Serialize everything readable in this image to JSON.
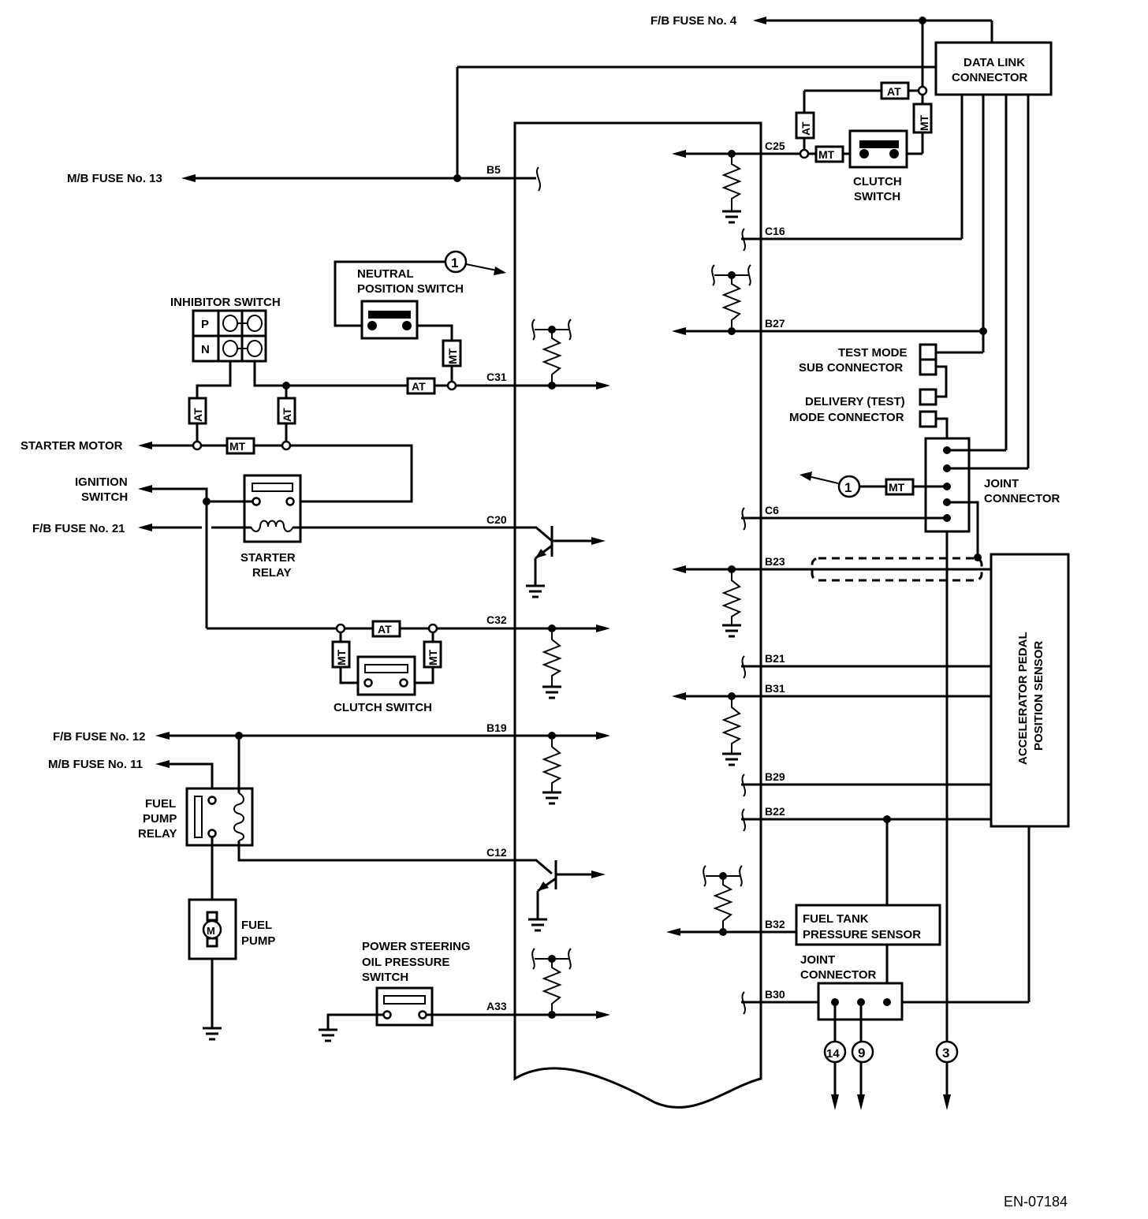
{
  "figure_id": "EN-07184",
  "ecm_pins": {
    "b5": "B5",
    "c25": "C25",
    "c16": "C16",
    "b27": "B27",
    "c31": "C31",
    "c6": "C6",
    "c20": "C20",
    "b23": "B23",
    "c32": "C32",
    "b21": "B21",
    "b31": "B31",
    "b19": "B19",
    "b29": "B29",
    "b22": "B22",
    "c12": "C12",
    "b32": "B32",
    "a33": "A33",
    "b30": "B30"
  },
  "external": {
    "fb_fuse_4": "F/B FUSE No. 4",
    "mb_fuse_13": "M/B FUSE No. 13",
    "starter_motor": "STARTER MOTOR",
    "ignition_switch_1": "IGNITION",
    "ignition_switch_2": "SWITCH",
    "fb_fuse_21": "F/B FUSE No. 21",
    "fb_fuse_12": "F/B FUSE No. 12",
    "mb_fuse_11": "M/B FUSE No. 11"
  },
  "components": {
    "data_link_1": "DATA LINK",
    "data_link_2": "CONNECTOR",
    "clutch_switch_top_1": "CLUTCH",
    "clutch_switch_top_2": "SWITCH",
    "neutral_1": "NEUTRAL",
    "neutral_2": "POSITION SWITCH",
    "inhibitor": "INHIBITOR SWITCH",
    "inhibitor_p": "P",
    "inhibitor_n": "N",
    "starter_relay_1": "STARTER",
    "starter_relay_2": "RELAY",
    "clutch_switch_bottom": "CLUTCH SWITCH",
    "fuel_pump_relay_1": "FUEL",
    "fuel_pump_relay_2": "PUMP",
    "fuel_pump_relay_3": "RELAY",
    "fuel_pump_1": "FUEL",
    "fuel_pump_2": "PUMP",
    "motor_symbol": "M",
    "ps_switch_1": "POWER STEERING",
    "ps_switch_2": "OIL PRESSURE",
    "ps_switch_3": "SWITCH",
    "test_mode_1": "TEST MODE",
    "test_mode_2": "SUB CONNECTOR",
    "delivery_1": "DELIVERY (TEST)",
    "delivery_2": "MODE CONNECTOR",
    "joint_upper_1": "JOINT",
    "joint_upper_2": "CONNECTOR",
    "app_sensor_1": "ACCELERATOR PEDAL",
    "app_sensor_2": "POSITION SENSOR",
    "fuel_tank_1": "FUEL TANK",
    "fuel_tank_2": "PRESSURE SENSOR",
    "joint_lower_1": "JOINT",
    "joint_lower_2": "CONNECTOR"
  },
  "tags": {
    "at": "AT",
    "mt": "MT"
  },
  "refs": {
    "one": "1",
    "fourteen": "14",
    "nine": "9",
    "three": "3"
  }
}
